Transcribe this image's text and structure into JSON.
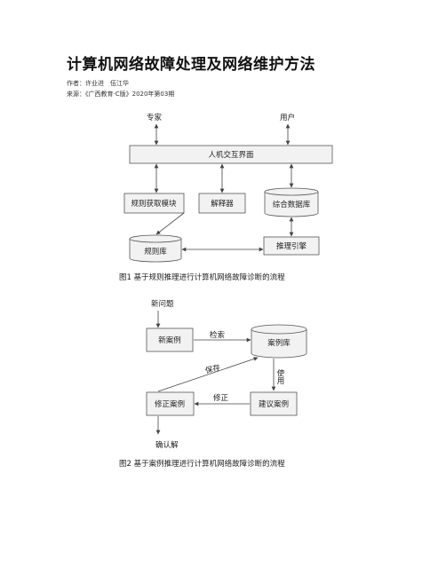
{
  "article": {
    "title": "计算机网络故障处理及网络维护方法",
    "authors": "作者：许业进　伍江华",
    "source": "来源：《广西教育·C版》2020年第03期"
  },
  "figure1": {
    "caption": "图1  基于规则推理进行计算机网络故障诊断的流程",
    "labels": {
      "expert": "专家",
      "user": "用户",
      "hci": "人机交互界面",
      "rule_acquire": "规则获取模块",
      "interpreter": "解释器",
      "database": "综合数据库",
      "rule_base": "规则库",
      "inference": "推理引擎"
    }
  },
  "figure2": {
    "caption": "图2  基于案例推理进行计算机网络故障诊断的流程",
    "labels": {
      "new_problem": "新问题",
      "new_case": "新案例",
      "retrieve": "检索",
      "case_base": "案例库",
      "save": "保存",
      "reuse": "使用",
      "revise_case": "修正案例",
      "revise": "修正",
      "suggest_case": "建议案例",
      "confirm": "确认解"
    }
  }
}
